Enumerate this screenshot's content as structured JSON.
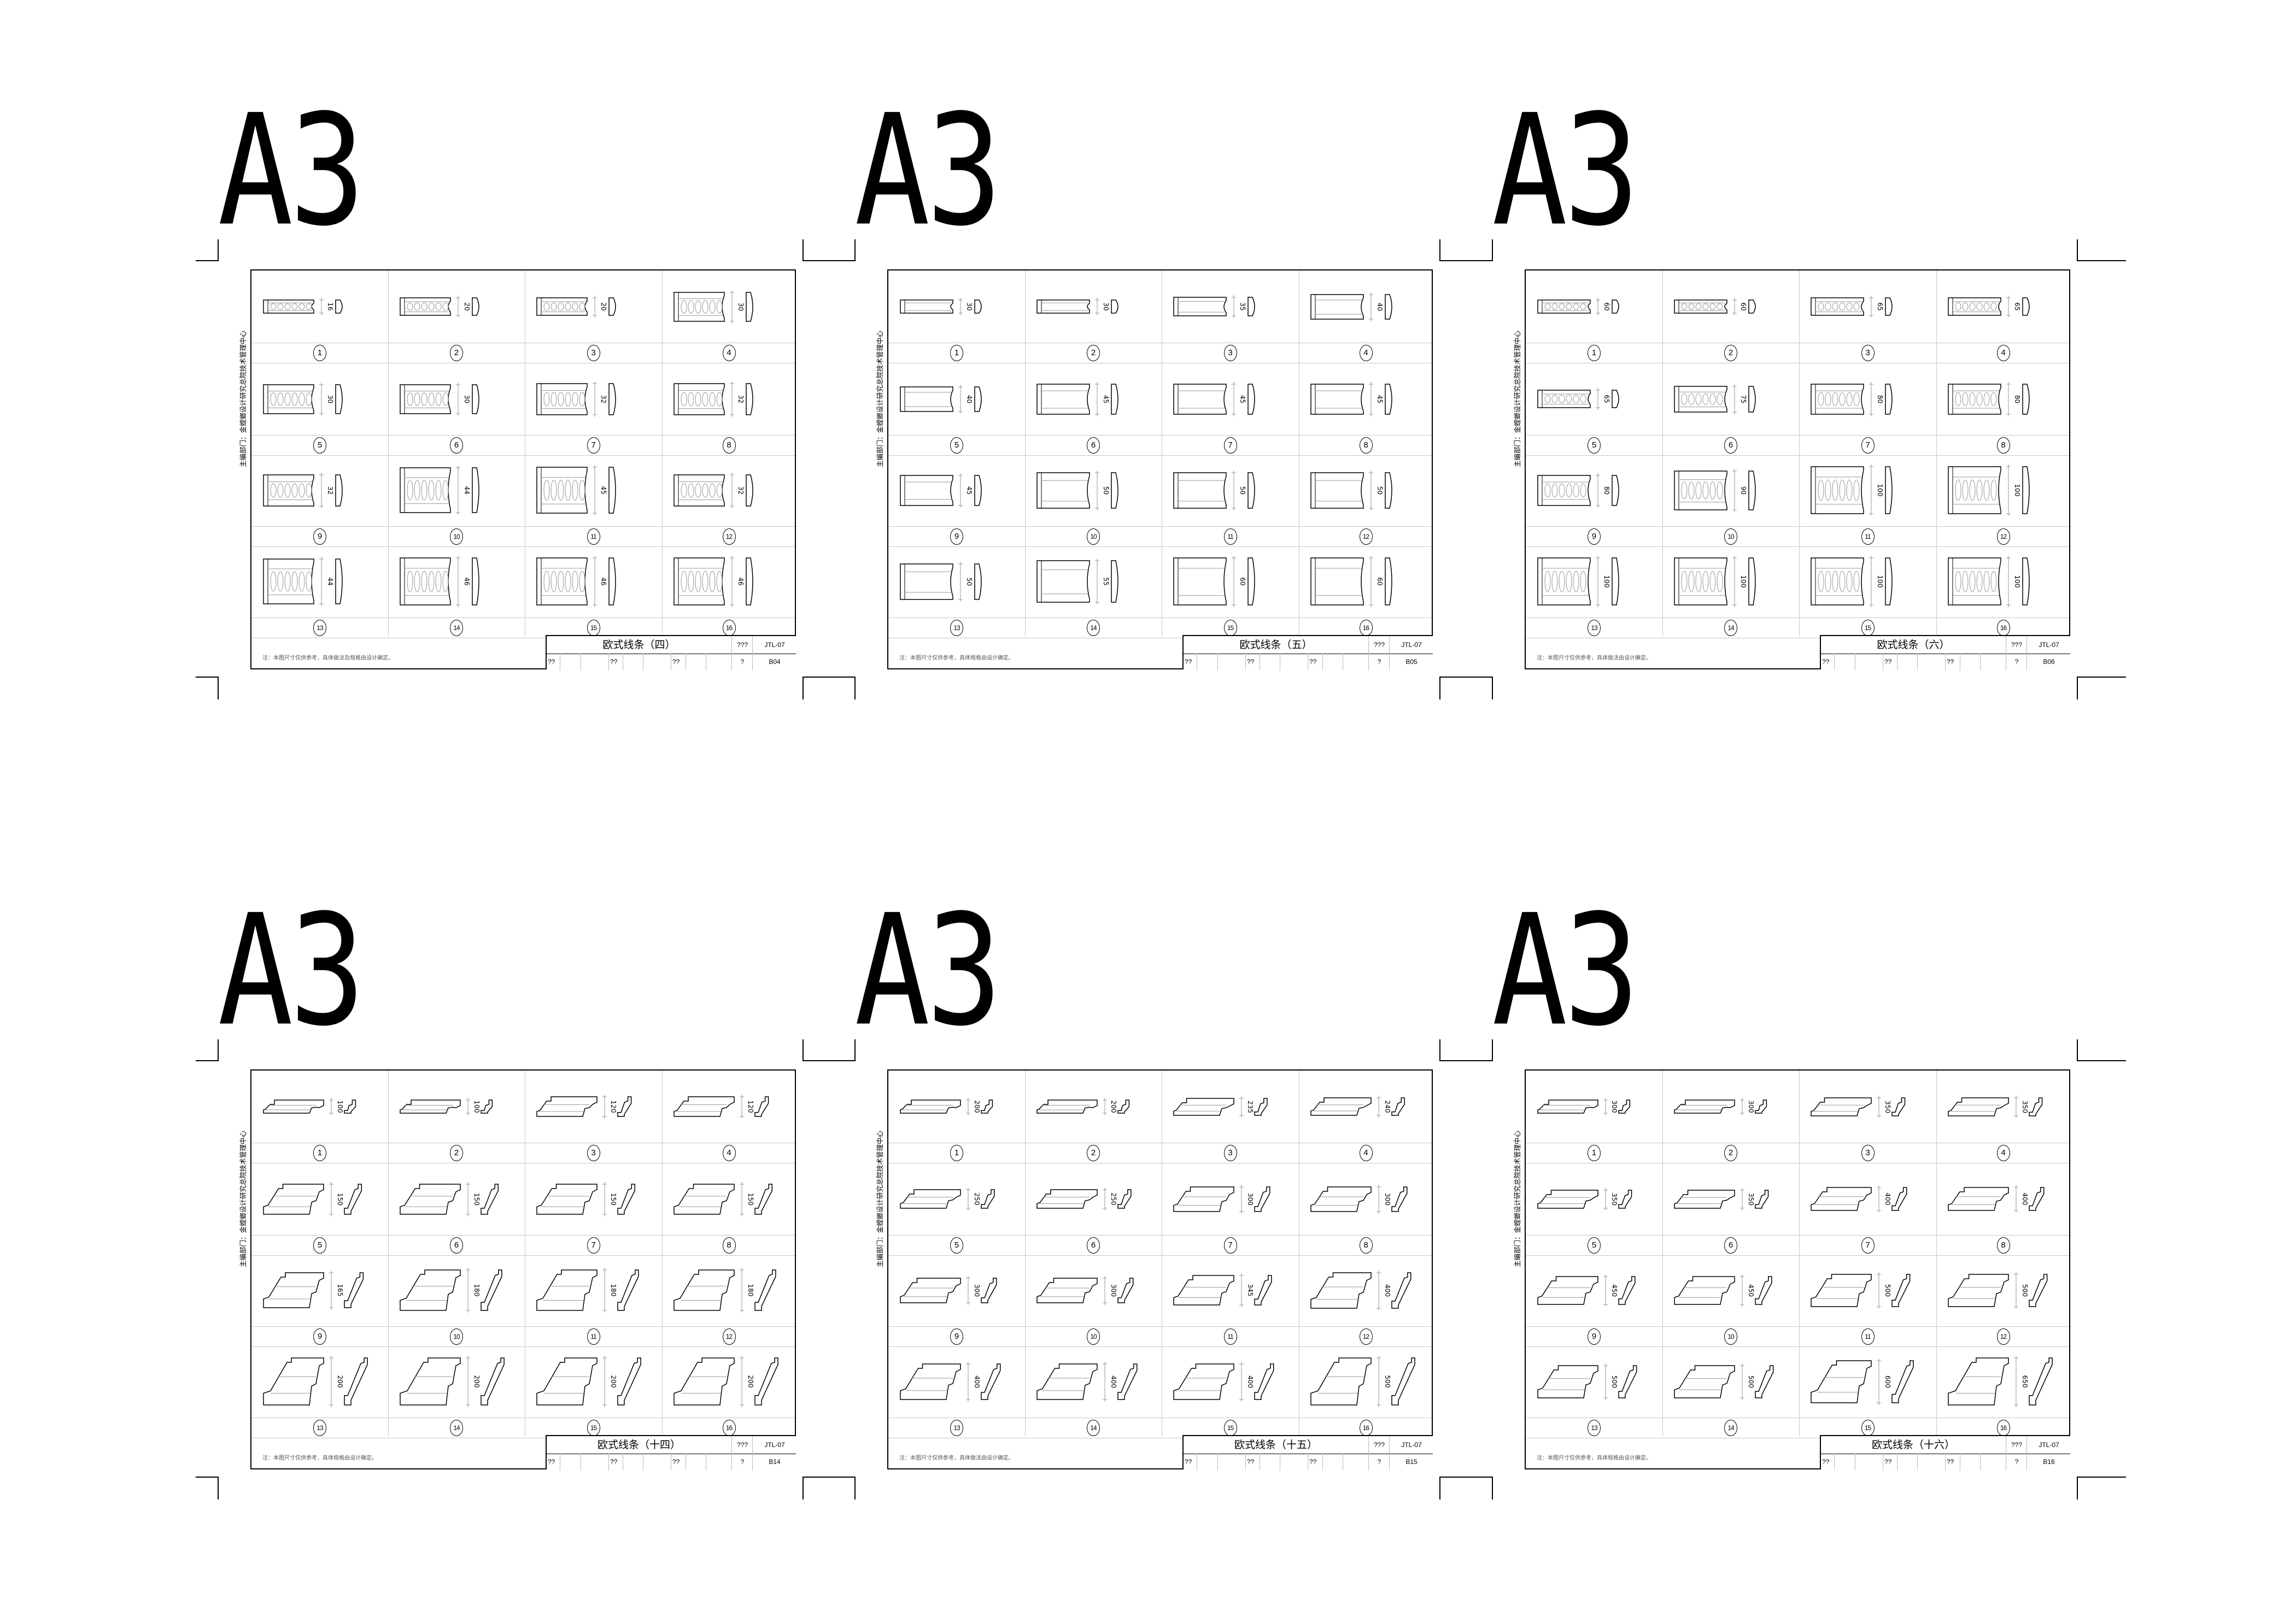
{
  "sheets": [
    {
      "size_label": "A3",
      "title": "欧式线条（四）",
      "code_label": "???",
      "drawing_no": "JTL-07",
      "sheet_label": "?",
      "sheet_no": "B04",
      "tb_labels": [
        "??",
        "??",
        "??"
      ],
      "side_text": "主编部门：金螳螂设计研究总院技术管理中心",
      "note": "注：本图尺寸仅供参考，具体做法及规格由设计确定。",
      "kind": "flat",
      "dims": [
        "16",
        "20",
        "20",
        "30",
        "30",
        "30",
        "32",
        "32",
        "32",
        "44",
        "45",
        "32",
        "44",
        "46",
        "46",
        "46"
      ]
    },
    {
      "size_label": "A3",
      "title": "欧式线条（五）",
      "code_label": "???",
      "drawing_no": "JTL-07",
      "sheet_label": "?",
      "sheet_no": "B05",
      "tb_labels": [
        "??",
        "??",
        "??"
      ],
      "side_text": "主编部门：金螳螂设计研究总院技术管理中心",
      "note": "注：本图尺寸仅供参考，具体规格由设计确定。",
      "kind": "plain",
      "dims": [
        "30",
        "30",
        "35",
        "40",
        "40",
        "45",
        "45",
        "45",
        "45",
        "50",
        "50",
        "50",
        "50",
        "55",
        "60",
        "60"
      ]
    },
    {
      "size_label": "A3",
      "title": "欧式线条（六）",
      "code_label": "???",
      "drawing_no": "JTL-07",
      "sheet_label": "?",
      "sheet_no": "B06",
      "tb_labels": [
        "??",
        "??",
        "??"
      ],
      "side_text": "主编部门：金螳螂设计研究总院技术管理中心",
      "note": "注：本图尺寸仅供参考，具体做法由设计确定。",
      "kind": "ornate",
      "dims": [
        "60",
        "60",
        "65",
        "65",
        "65",
        "75",
        "80",
        "80",
        "80",
        "90",
        "100",
        "100",
        "100",
        "100",
        "100",
        "100"
      ]
    },
    {
      "size_label": "A3",
      "title": "欧式线条（十四）",
      "code_label": "???",
      "drawing_no": "JTL-07",
      "sheet_label": "?",
      "sheet_no": "B14",
      "tb_labels": [
        "??",
        "??",
        "??"
      ],
      "side_text": "主编部门：金螳螂设计研究总院技术管理中心",
      "note": "注：本图尺寸仅供参考，具体规格由设计确定。",
      "kind": "crown",
      "dims": [
        "100",
        "100",
        "120",
        "120",
        "150",
        "150",
        "150",
        "150",
        "165",
        "180",
        "180",
        "180",
        "200",
        "200",
        "200",
        "200"
      ]
    },
    {
      "size_label": "A3",
      "title": "欧式线条（十五）",
      "code_label": "???",
      "drawing_no": "JTL-07",
      "sheet_label": "?",
      "sheet_no": "B15",
      "tb_labels": [
        "??",
        "??",
        "??"
      ],
      "side_text": "主编部门：金螳螂设计研究总院技术管理中心",
      "note": "注：本图尺寸仅供参考，具体做法由设计确定。",
      "kind": "crown",
      "dims": [
        "200",
        "200",
        "235",
        "240",
        "250",
        "250",
        "300",
        "300",
        "300",
        "300",
        "345",
        "400",
        "400",
        "400",
        "400",
        "500"
      ]
    },
    {
      "size_label": "A3",
      "title": "欧式线条（十六）",
      "code_label": "???",
      "drawing_no": "JTL-07",
      "sheet_label": "?",
      "sheet_no": "B16",
      "tb_labels": [
        "??",
        "??",
        "??"
      ],
      "side_text": "主编部门：金螳螂设计研究总院技术管理中心",
      "note": "注：本图尺寸仅供参考，具体规格由设计确定。",
      "kind": "crown",
      "dims": [
        "300",
        "300",
        "350",
        "350",
        "350",
        "350",
        "400",
        "400",
        "450",
        "450",
        "500",
        "500",
        "500",
        "500",
        "600",
        "650"
      ]
    }
  ],
  "item_numbers": [
    "1",
    "2",
    "3",
    "4",
    "5",
    "6",
    "7",
    "8",
    "9",
    "10",
    "11",
    "12",
    "13",
    "14",
    "15",
    "16"
  ]
}
